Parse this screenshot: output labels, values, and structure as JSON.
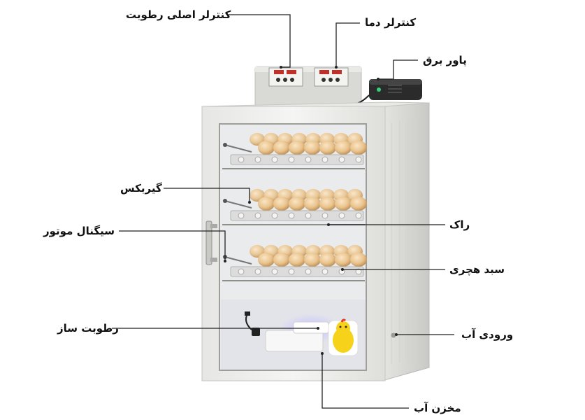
{
  "labels": {
    "humidity_main_controller": "کنترلر اصلی رطوبت",
    "temperature_controller": "کنترلر دما",
    "power_supply": "پاور برق",
    "gearbox": "گیربکس",
    "motor_signal": "سیگنال موتور",
    "rack": "راک",
    "egg_basket": "سبد هچری",
    "humidifier": "رطوبت ساز",
    "water_inlet": "ورودی آب",
    "water_tank": "مخزن آب"
  },
  "colors": {
    "cabinet": "#f1f1ef",
    "cabinet_edge": "#cfcfcc",
    "glass": "#eceef0",
    "egg": "#e8c99a",
    "egg_shadow": "#c99f66",
    "tray": "#dcdcdc",
    "lamp_glow": "#c9c6ff",
    "mascot": "#f7d21b",
    "lines": "#222222"
  }
}
